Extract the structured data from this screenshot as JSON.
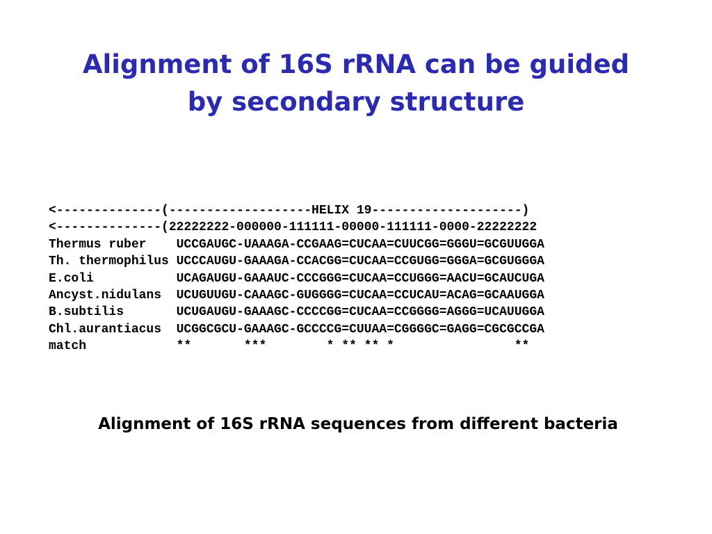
{
  "slide": {
    "title_line1": "Alignment of 16S rRNA can be guided",
    "title_line2": "by secondary structure",
    "alignment_rows": [
      "<--------------(-------------------HELIX 19--------------------)",
      "<--------------(22222222-000000-111111-00000-111111-0000-22222222",
      "Thermus ruber    UCCGAUGC-UAAAGA-CCGAAG=CUCAA=CUUCGG=GGGU=GCGUUGGA",
      "Th. thermophilus UCCCAUGU-GAAAGA-CCACGG=CUCAA=CCGUGG=GGGA=GCGUGGGA",
      "E.coli           UCAGAUGU-GAAAUC-CCCGGG=CUCAA=CCUGGG=AACU=GCAUCUGA",
      "Ancyst.nidulans  UCUGUUGU-CAAAGC-GUGGGG=CUCAA=CCUCAU=ACAG=GCAAUGGA",
      "B.subtilis       UCUGAUGU-GAAAGC-CCCCGG=CUCAA=CCGGGG=AGGG=UCAUUGGA",
      "Chl.aurantiacus  UCGGCGCU-GAAAGC-GCCCCG=CUUAA=CGGGGC=GAGG=CGCGCCGA",
      "match            **       ***        * ** ** *                **"
    ],
    "caption": "Alignment of 16S rRNA sequences from different bacteria"
  }
}
